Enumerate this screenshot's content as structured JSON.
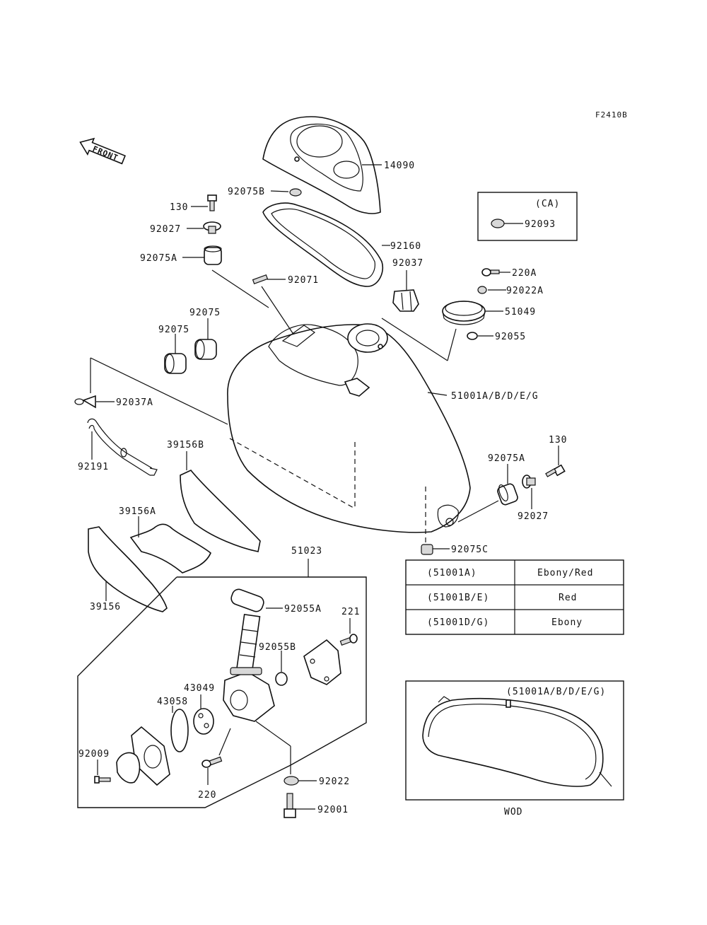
{
  "figure_code": "F2410B",
  "front_label": "FRONT",
  "callouts": {
    "p14090": "14090",
    "p92075B": "92075B",
    "p130_top": "130",
    "p92027_top": "92027",
    "p92160": "92160",
    "p92075A_top": "92075A",
    "p92037": "92037",
    "p92071": "92071",
    "p220A": "220A",
    "p92022A": "92022A",
    "p51049": "51049",
    "p92075_a": "92075",
    "p92075_b": "92075",
    "p92055": "92055",
    "p51001": "51001A/B/D/E/G",
    "p92037A": "92037A",
    "p39156B": "39156B",
    "p92191": "92191",
    "p130_right": "130",
    "p92075A_right": "92075A",
    "p92027_right": "92027",
    "p39156A": "39156A",
    "p92075C": "92075C",
    "p51023": "51023",
    "p39156": "39156",
    "p92055A": "92055A",
    "p221": "221",
    "p92055B": "92055B",
    "p43049": "43049",
    "p43058": "43058",
    "p92009": "92009",
    "p220": "220",
    "p92022": "92022",
    "p92001": "92001"
  },
  "ca_box": {
    "title": "(CA)",
    "part": "92093"
  },
  "color_table": [
    {
      "code": "(51001A)",
      "color": "Ebony/Red"
    },
    {
      "code": "(51001B/E)",
      "color": "Red"
    },
    {
      "code": "(51001D/G)",
      "color": "Ebony"
    }
  ],
  "wod_box": {
    "title": "(51001A/B/D/E/G)",
    "caption": "WOD"
  }
}
